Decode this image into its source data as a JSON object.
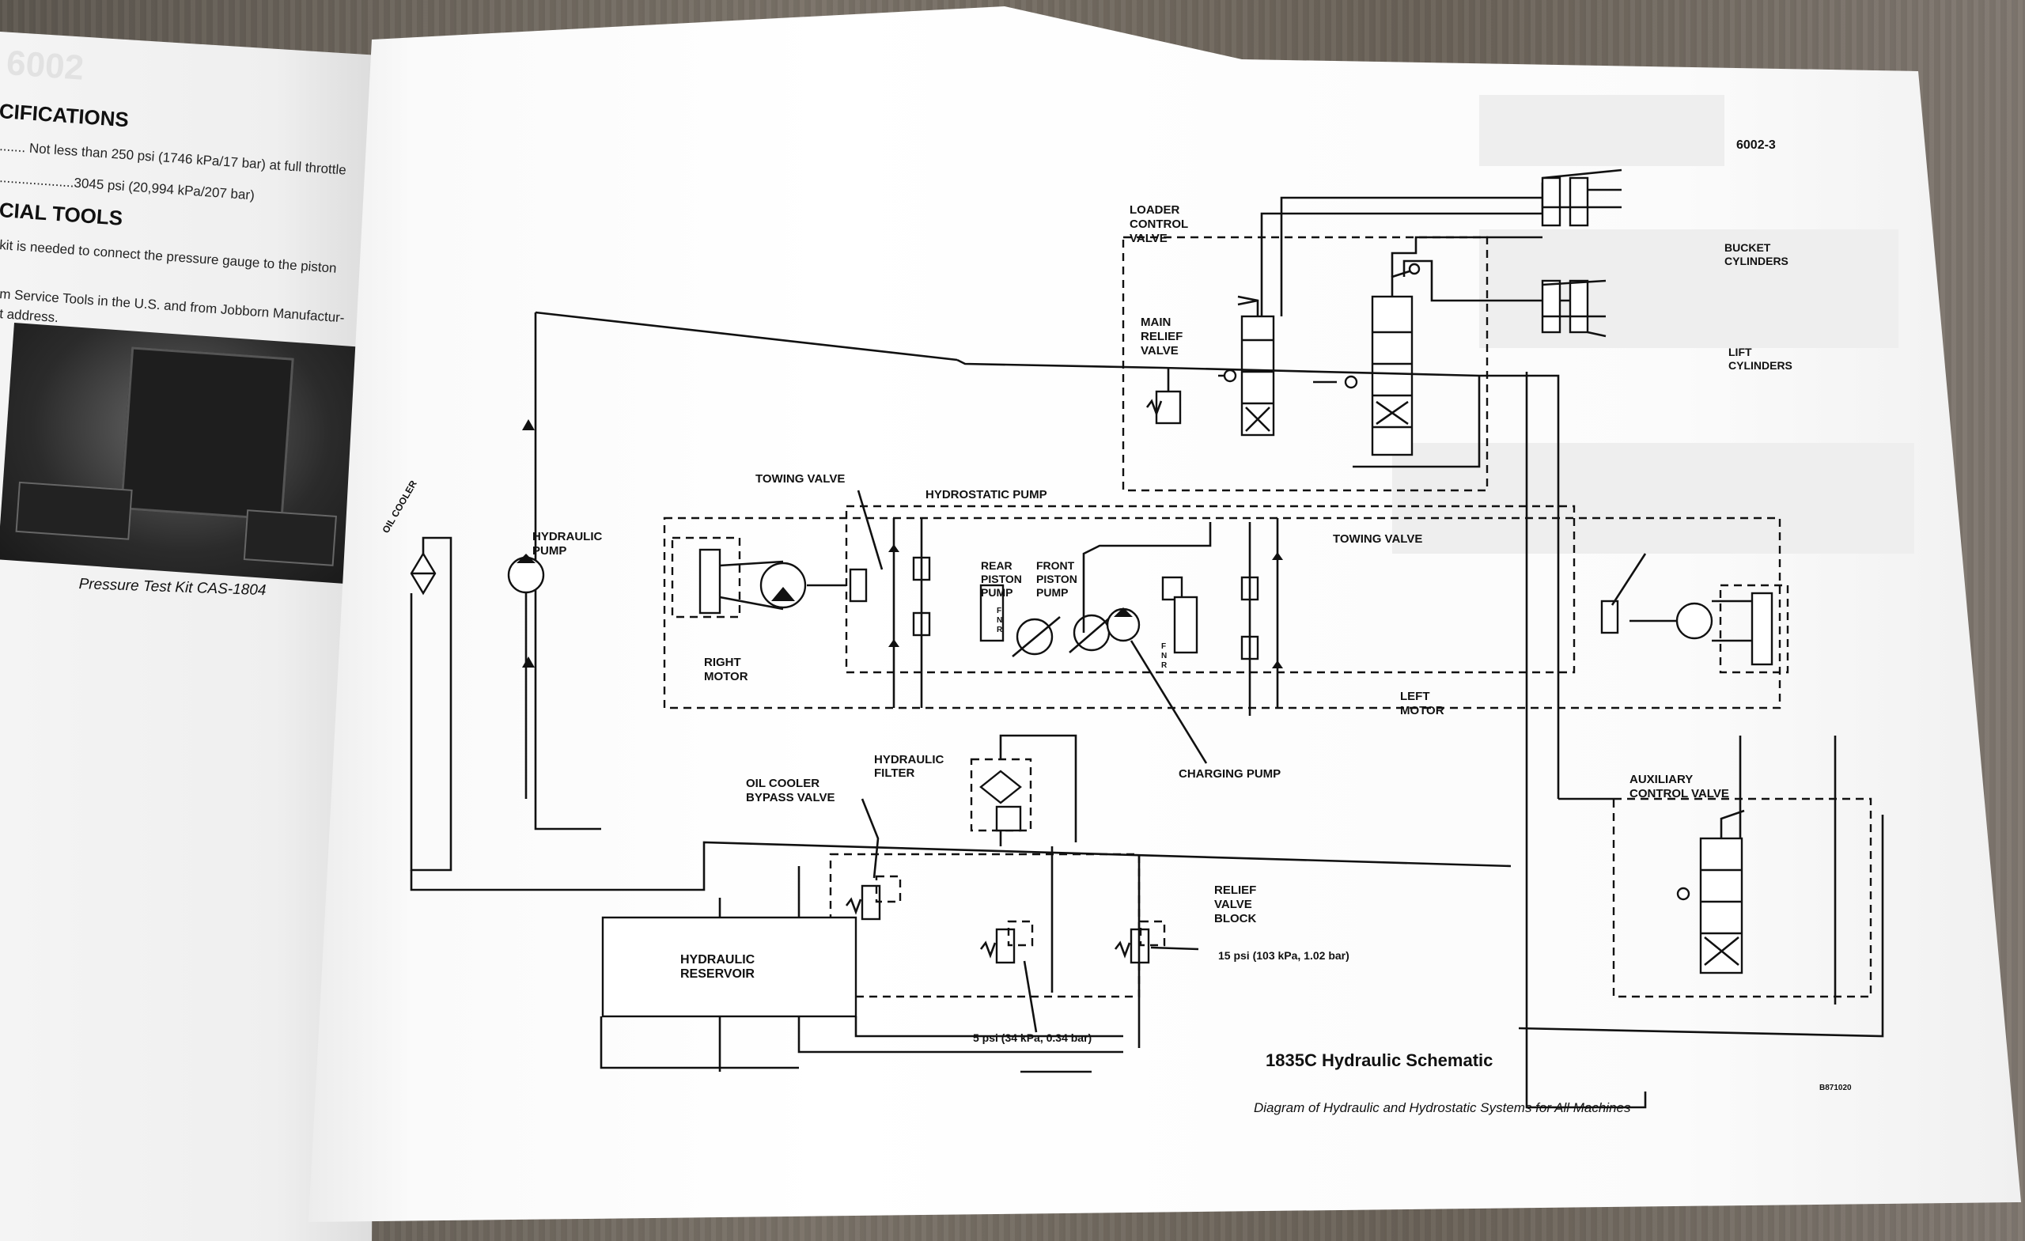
{
  "left_page": {
    "spec_heading": "CIFICATIONS",
    "spec_line1": "....... Not less than 250 psi (1746 kPa/17 bar) at full throttle",
    "spec_line2": "....................3045 psi (20,994 kPa/207 bar)",
    "tools_heading": "CIAL TOOLS",
    "tools_text1": "kit is needed to connect the pressure gauge to the piston",
    "tools_text2": "m Service Tools in the U.S. and from Jobborn Manufactur-",
    "tools_text3": "t address.",
    "photo_caption": "Pressure Test Kit CAS-1804"
  },
  "right_page": {
    "page_number": "6002-3",
    "title": "1835C Hydraulic Schematic",
    "subtitle": "Diagram of Hydraulic and Hydrostatic Systems for All Machines",
    "figure_code": "B871020"
  },
  "labels": {
    "loader_control_valve": [
      "LOADER",
      "CONTROL",
      "VALVE"
    ],
    "main_relief_valve": [
      "MAIN",
      "RELIEF",
      "VALVE"
    ],
    "bucket_cylinders": [
      "BUCKET",
      "CYLINDERS"
    ],
    "lift_cylinders": [
      "LIFT",
      "CYLINDERS"
    ],
    "hydraulic_pump": [
      "HYDRAULIC",
      "PUMP"
    ],
    "oil_cooler": "OIL COOLER",
    "towing_valve_left": "TOWING VALVE",
    "hydrostatic_pump": "HYDROSTATIC PUMP",
    "towing_valve_right": "TOWING VALVE",
    "rear_piston_pump": [
      "REAR",
      "PISTON",
      "PUMP"
    ],
    "front_piston_pump": [
      "FRONT",
      "PISTON",
      "PUMP"
    ],
    "right_motor": [
      "RIGHT",
      "MOTOR"
    ],
    "left_motor": [
      "LEFT",
      "MOTOR"
    ],
    "charging_pump": "CHARGING PUMP",
    "hydraulic_filter": [
      "HYDRAULIC",
      "FILTER"
    ],
    "oil_cooler_bypass_valve": [
      "OIL COOLER",
      "BYPASS VALVE"
    ],
    "relief_valve_block": [
      "RELIEF",
      "VALVE",
      "BLOCK"
    ],
    "hydraulic_reservoir": [
      "HYDRAULIC",
      "RESERVOIR"
    ],
    "auxiliary_control_valve": [
      "AUXILIARY",
      "CONTROL VALVE"
    ],
    "pressure_15psi": "15 psi (103 kPa, 1.02 bar)",
    "pressure_5psi": "5 psi (34 kPa, 0.34 bar)",
    "fnr_letters": [
      "F",
      "N",
      "R"
    ]
  }
}
